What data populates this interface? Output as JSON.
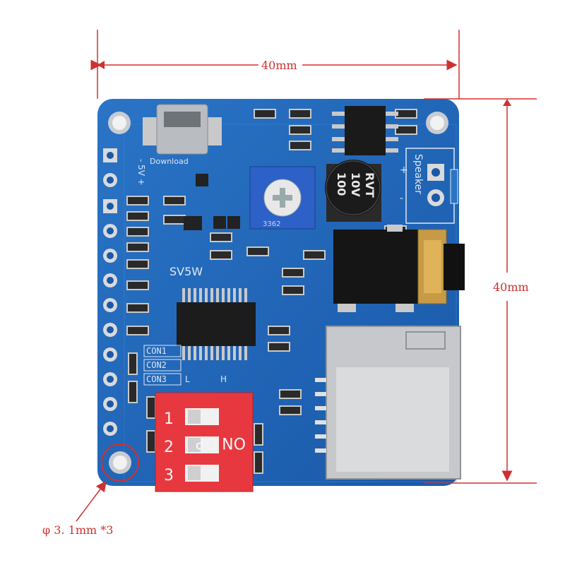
{
  "dimensions": {
    "width_label": "40mm",
    "height_label": "40mm",
    "hole_label": "φ 3. 1mm *3"
  },
  "board": {
    "chip_label": "SV5W",
    "download_label": "Download",
    "power_label": "- 5V +",
    "speaker_label": "Speaker",
    "plus_label": "+",
    "minus_label": "-",
    "capacitor_lines": [
      "100",
      "10V",
      "RVT"
    ],
    "pot_label": "3362",
    "con_labels": [
      "CON1",
      "CON2",
      "CON3"
    ],
    "lh_labels": [
      "L",
      "H"
    ],
    "dip_on_label": "ON DP",
    "dip_numbers": [
      "1",
      "2",
      "3"
    ]
  },
  "colors": {
    "pcb": "#1f63b6",
    "dimension_lines": "#d03030",
    "dip_switch": "#e8383f"
  }
}
